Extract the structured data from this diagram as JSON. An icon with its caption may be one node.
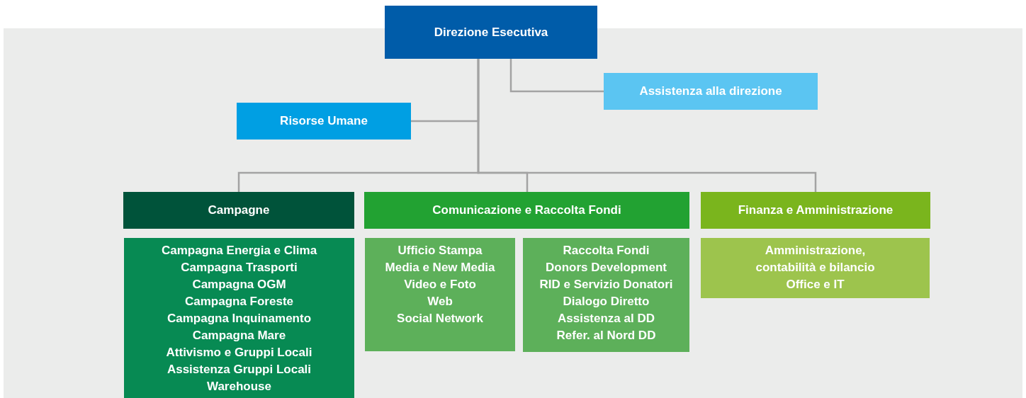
{
  "diagram": {
    "nodes": [
      {
        "text": [
          "Direzione Esecutiva"
        ]
      },
      {
        "text": [
          "Assistenza alla direzione"
        ]
      },
      {
        "text": [
          "Risorse Umane"
        ]
      },
      {
        "text": [
          "Campagne"
        ]
      },
      {
        "text": [
          "Comunicazione e Raccolta Fondi"
        ]
      },
      {
        "text": [
          "Finanza e Amministrazione"
        ]
      },
      {
        "text": [
          "Campagna Energia e Clima",
          "Campagna Trasporti",
          "Campagna OGM",
          "Campagna Foreste",
          "Campagna Inquinamento",
          "Campagna Mare",
          "Attivismo e Gruppi Locali",
          "Assistenza Gruppi Locali",
          "Warehouse"
        ]
      },
      {
        "text": [
          "Ufficio Stampa",
          "Media e New Media",
          "Video e Foto",
          "Web",
          "Social Network"
        ]
      },
      {
        "text": [
          "Raccolta Fondi",
          "Donors Development",
          "RID e Servizio Donatori",
          "Dialogo Diretto",
          "Assistenza al DD",
          "Refer. al Nord DD"
        ]
      },
      {
        "text": [
          "Amministrazione, contabilità e bilancio",
          "Office e IT"
        ]
      }
    ],
    "edges": [
      {
        "from": 0,
        "to": 2,
        "arrow": "none"
      },
      {
        "from": 0,
        "to": 1,
        "arrow": "none"
      },
      {
        "from": 0,
        "to": 3,
        "arrow": "none"
      },
      {
        "from": 0,
        "to": 4,
        "arrow": "none"
      },
      {
        "from": 0,
        "to": 5,
        "arrow": "none"
      }
    ]
  }
}
